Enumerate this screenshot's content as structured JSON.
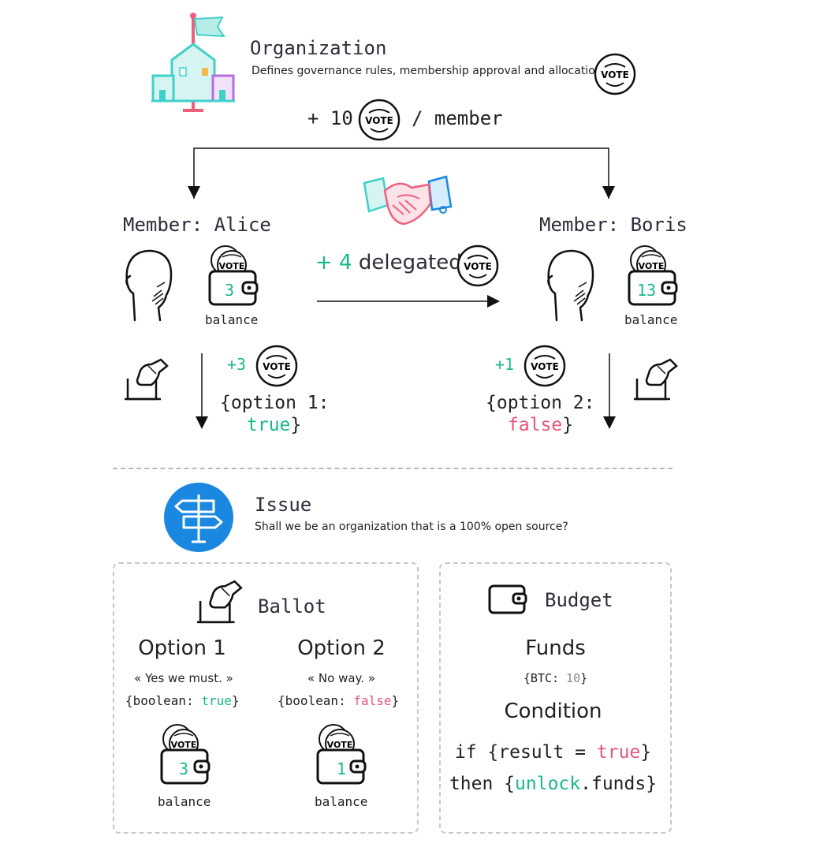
{
  "organization": {
    "title": "Organization",
    "description": "Defines governance rules, membership approval and allocation of",
    "allocation_prefix": "+ 10",
    "allocation_suffix": "/ member"
  },
  "coin_label": "VOTE",
  "delegation": {
    "plus": "+ 4",
    "text": "delegated"
  },
  "alice": {
    "name": "Member: Alice",
    "balance_value": "3",
    "balance_label": "balance",
    "vote_amount": "+3",
    "vote_open": "{option 1:",
    "vote_value": "true",
    "vote_close": "}"
  },
  "boris": {
    "name": "Member: Boris",
    "balance_value": "13",
    "balance_label": "balance",
    "vote_amount": "+1",
    "vote_open": "{option 2:",
    "vote_value": "false",
    "vote_close": "}"
  },
  "issue": {
    "title": "Issue",
    "question": "Shall we be an organization that is a 100% open source?"
  },
  "ballot": {
    "title": "Ballot",
    "options": [
      {
        "name": "Option 1",
        "quote": "« Yes we must. »",
        "type_open": "{boolean: ",
        "value": "true",
        "type_close": "}",
        "balance": "3",
        "balance_label": "balance"
      },
      {
        "name": "Option 2",
        "quote": "« No way. »",
        "type_open": "{boolean: ",
        "value": "false",
        "type_close": "}",
        "balance": "1",
        "balance_label": "balance"
      }
    ]
  },
  "budget": {
    "title": "Budget",
    "funds_label": "Funds",
    "funds_open": "{BTC: ",
    "funds_value": "10",
    "funds_close": "}",
    "condition_label": "Condition",
    "cond_line1_a": "if {result = ",
    "cond_line1_value": "true",
    "cond_line1_b": "}",
    "cond_line2_a": "then {",
    "cond_line2_value": "unlock",
    "cond_line2_b": ".funds}"
  },
  "colors": {
    "accent_green": "#17b98c",
    "accent_pink": "#e8557b",
    "issue_blue": "#1a87e0",
    "building_teal": "#3fd1c8",
    "building_pink": "#ee5f7e",
    "building_purple": "#b36ee0",
    "building_yellow": "#f2b84b"
  },
  "icons": [
    "building-flag-icon",
    "vote-coin-icon",
    "handshake-icon",
    "head-icon",
    "wallet-icon",
    "ballot-box-icon",
    "signpost-icon"
  ]
}
